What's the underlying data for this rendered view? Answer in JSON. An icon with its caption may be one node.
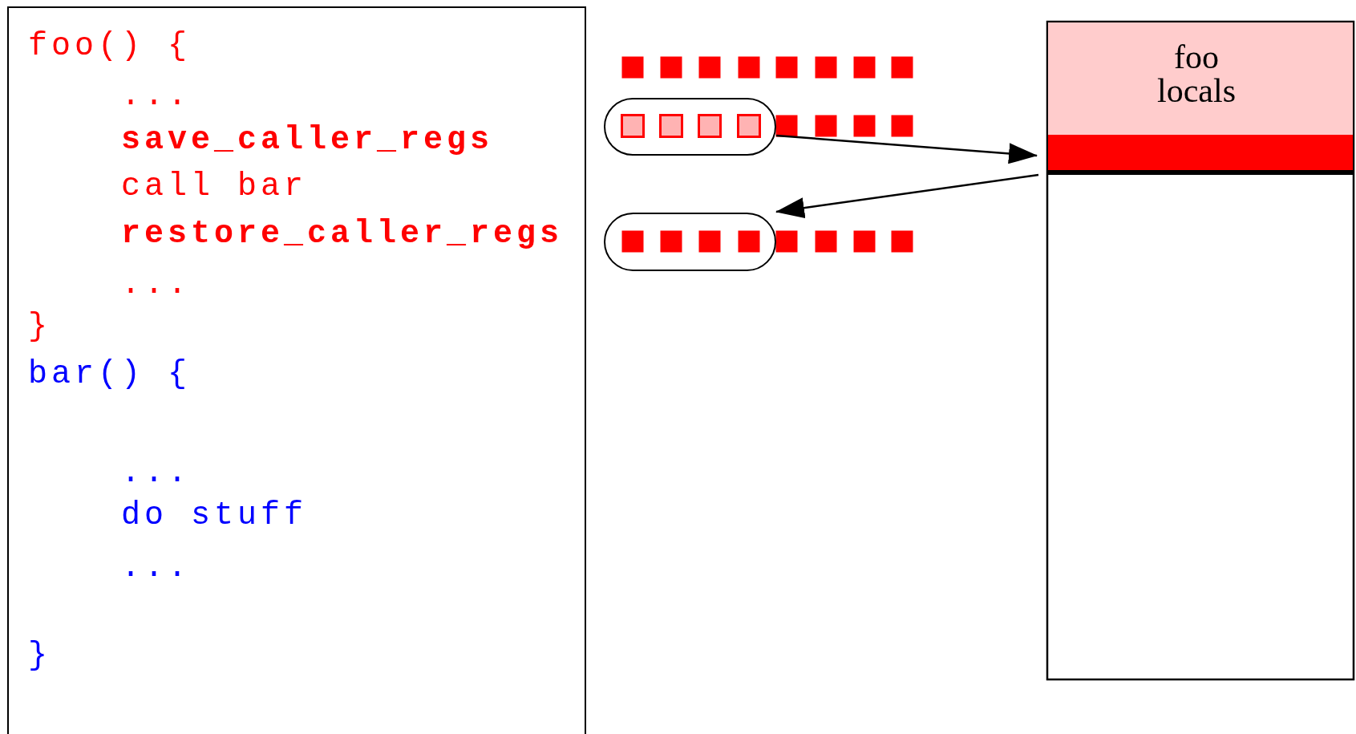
{
  "diagram": {
    "nodes": [
      {
        "text": [
          "foo() {",
          "...",
          "save_caller_regs",
          "call bar",
          "restore_caller_regs",
          "...",
          "}",
          "bar() {",
          "...",
          "do stuff",
          "...",
          "}"
        ]
      },
      {
        "text": [],
        "shape": "box"
      },
      {
        "text": [],
        "shape": "box"
      },
      {
        "text": [
          "foo locals"
        ]
      },
      {
        "text": [],
        "shape": "bar"
      }
    ],
    "edges": [
      {
        "from": 1,
        "to": 4,
        "arrow": "to"
      },
      {
        "from": 4,
        "to": 2,
        "arrow": "to"
      }
    ]
  }
}
